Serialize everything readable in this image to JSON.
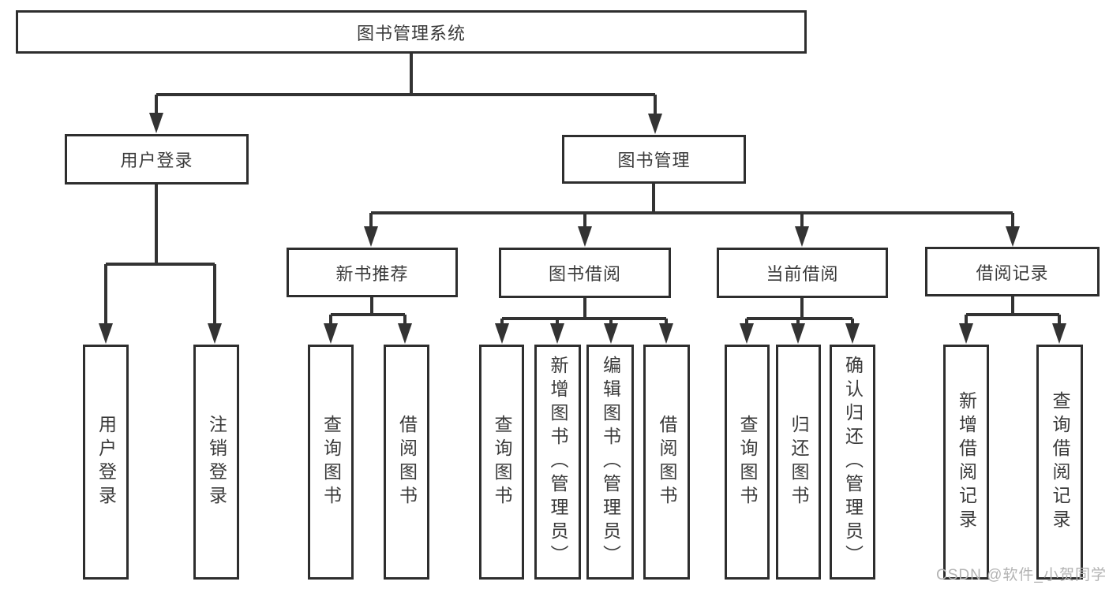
{
  "diagram": {
    "title": "图书管理系统",
    "nodes": {
      "root": "图书管理系统",
      "user_login": "用户登录",
      "book_mgmt": "图书管理",
      "new_book_rec": "新书推荐",
      "book_borrow": "图书借阅",
      "current_borrow": "当前借阅",
      "borrow_record": "借阅记录",
      "leaf_user_login": "用户登录",
      "leaf_logout": "注销登录",
      "leaf_nbr_query_books": "查询图书",
      "leaf_nbr_borrow_books": "借阅图书",
      "leaf_bb_query_books": "查询图书",
      "leaf_bb_add_books": "新增图书（管理员）",
      "leaf_bb_edit_books": "编辑图书（管理员）",
      "leaf_bb_borrow_books": "借阅图书",
      "leaf_cb_query_books": "查询图书",
      "leaf_cb_return_books": "归还图书",
      "leaf_cb_confirm_return": "确认归还（管理员）",
      "leaf_br_add_record": "新增借阅记录",
      "leaf_br_query_record": "查询借阅记录"
    },
    "edges": [
      [
        "图书管理系统",
        "用户登录"
      ],
      [
        "图书管理系统",
        "图书管理"
      ],
      [
        "用户登录",
        "用户登录"
      ],
      [
        "用户登录",
        "注销登录"
      ],
      [
        "图书管理",
        "新书推荐"
      ],
      [
        "图书管理",
        "图书借阅"
      ],
      [
        "图书管理",
        "当前借阅"
      ],
      [
        "图书管理",
        "借阅记录"
      ],
      [
        "新书推荐",
        "查询图书"
      ],
      [
        "新书推荐",
        "借阅图书"
      ],
      [
        "图书借阅",
        "查询图书"
      ],
      [
        "图书借阅",
        "新增图书（管理员）"
      ],
      [
        "图书借阅",
        "编辑图书（管理员）"
      ],
      [
        "图书借阅",
        "借阅图书"
      ],
      [
        "当前借阅",
        "查询图书"
      ],
      [
        "当前借阅",
        "归还图书"
      ],
      [
        "当前借阅",
        "确认归还（管理员）"
      ],
      [
        "借阅记录",
        "新增借阅记录"
      ],
      [
        "借阅记录",
        "查询借阅记录"
      ]
    ],
    "colors": {
      "line": "#333333",
      "box_border": "#2e2e2e",
      "text": "#3a3a3a",
      "background": "#ffffff",
      "watermark": "#b3b3b3"
    }
  },
  "watermark": {
    "text": "CSDN @软件_小贺同学"
  }
}
